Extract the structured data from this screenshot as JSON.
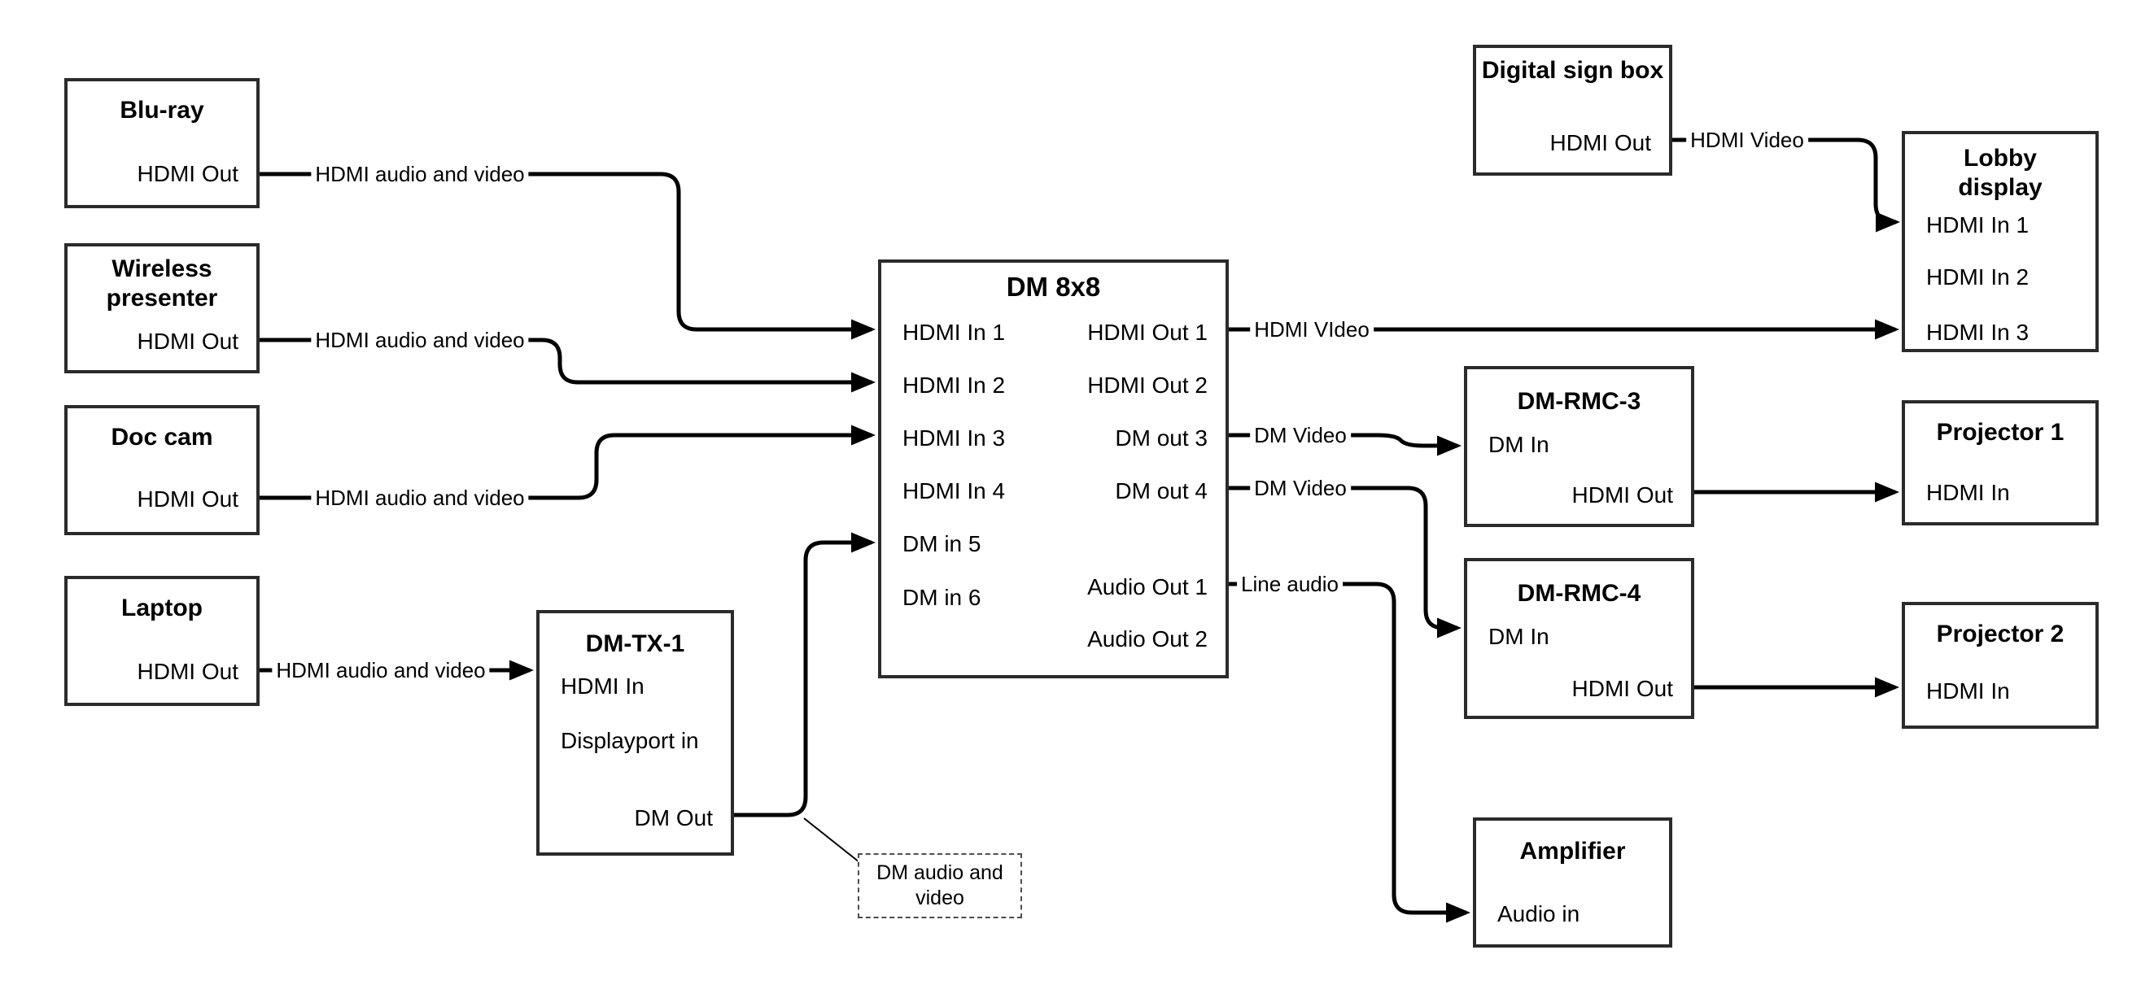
{
  "nodes": {
    "bluray": {
      "title": "Blu-ray",
      "port_out": "HDMI Out"
    },
    "wireless": {
      "title": "Wireless presenter",
      "port_out": "HDMI Out"
    },
    "doccam": {
      "title": "Doc cam",
      "port_out": "HDMI Out"
    },
    "laptop": {
      "title": "Laptop",
      "port_out": "HDMI Out"
    },
    "dmtx1": {
      "title": "DM-TX-1",
      "hdmi_in": "HDMI In",
      "dp_in": "Displayport in",
      "dm_out": "DM Out"
    },
    "dm8x8": {
      "title": "DM 8x8",
      "inputs": [
        "HDMI In 1",
        "HDMI In 2",
        "HDMI In 3",
        "HDMI In 4",
        "DM in 5",
        "DM in 6"
      ],
      "outputs": [
        "HDMI Out 1",
        "HDMI Out 2",
        "DM out 3",
        "DM out 4",
        "Audio Out 1",
        "Audio Out 2"
      ]
    },
    "digitalsign": {
      "title": "Digital sign box",
      "port_out": "HDMI Out"
    },
    "lobby": {
      "title": "Lobby display",
      "inputs": [
        "HDMI In 1",
        "HDMI In 2",
        "HDMI In 3"
      ]
    },
    "dmrmc3": {
      "title": "DM-RMC-3",
      "dm_in": "DM In",
      "hdmi_out": "HDMI Out"
    },
    "projector1": {
      "title": "Projector 1",
      "hdmi_in": "HDMI In"
    },
    "dmrmc4": {
      "title": "DM-RMC-4",
      "dm_in": "DM In",
      "hdmi_out": "HDMI Out"
    },
    "projector2": {
      "title": "Projector 2",
      "hdmi_in": "HDMI In"
    },
    "amplifier": {
      "title": "Amplifier",
      "audio_in": "Audio in"
    }
  },
  "edge_labels": {
    "bluray": "HDMI audio and video",
    "wireless": "HDMI audio and video",
    "doccam": "HDMI audio and video",
    "laptop": "HDMI audio and video",
    "hdmi_out1": "HDMI VIdeo",
    "dm_out3": "DM Video",
    "dm_out4": "DM Video",
    "audio_out1": "Line audio",
    "digitalsign": "HDMI Video"
  },
  "note_text": "DM audio and video",
  "colors": {
    "line": "#000000",
    "box_border": "#2b2b2b",
    "background": "#ffffff"
  }
}
